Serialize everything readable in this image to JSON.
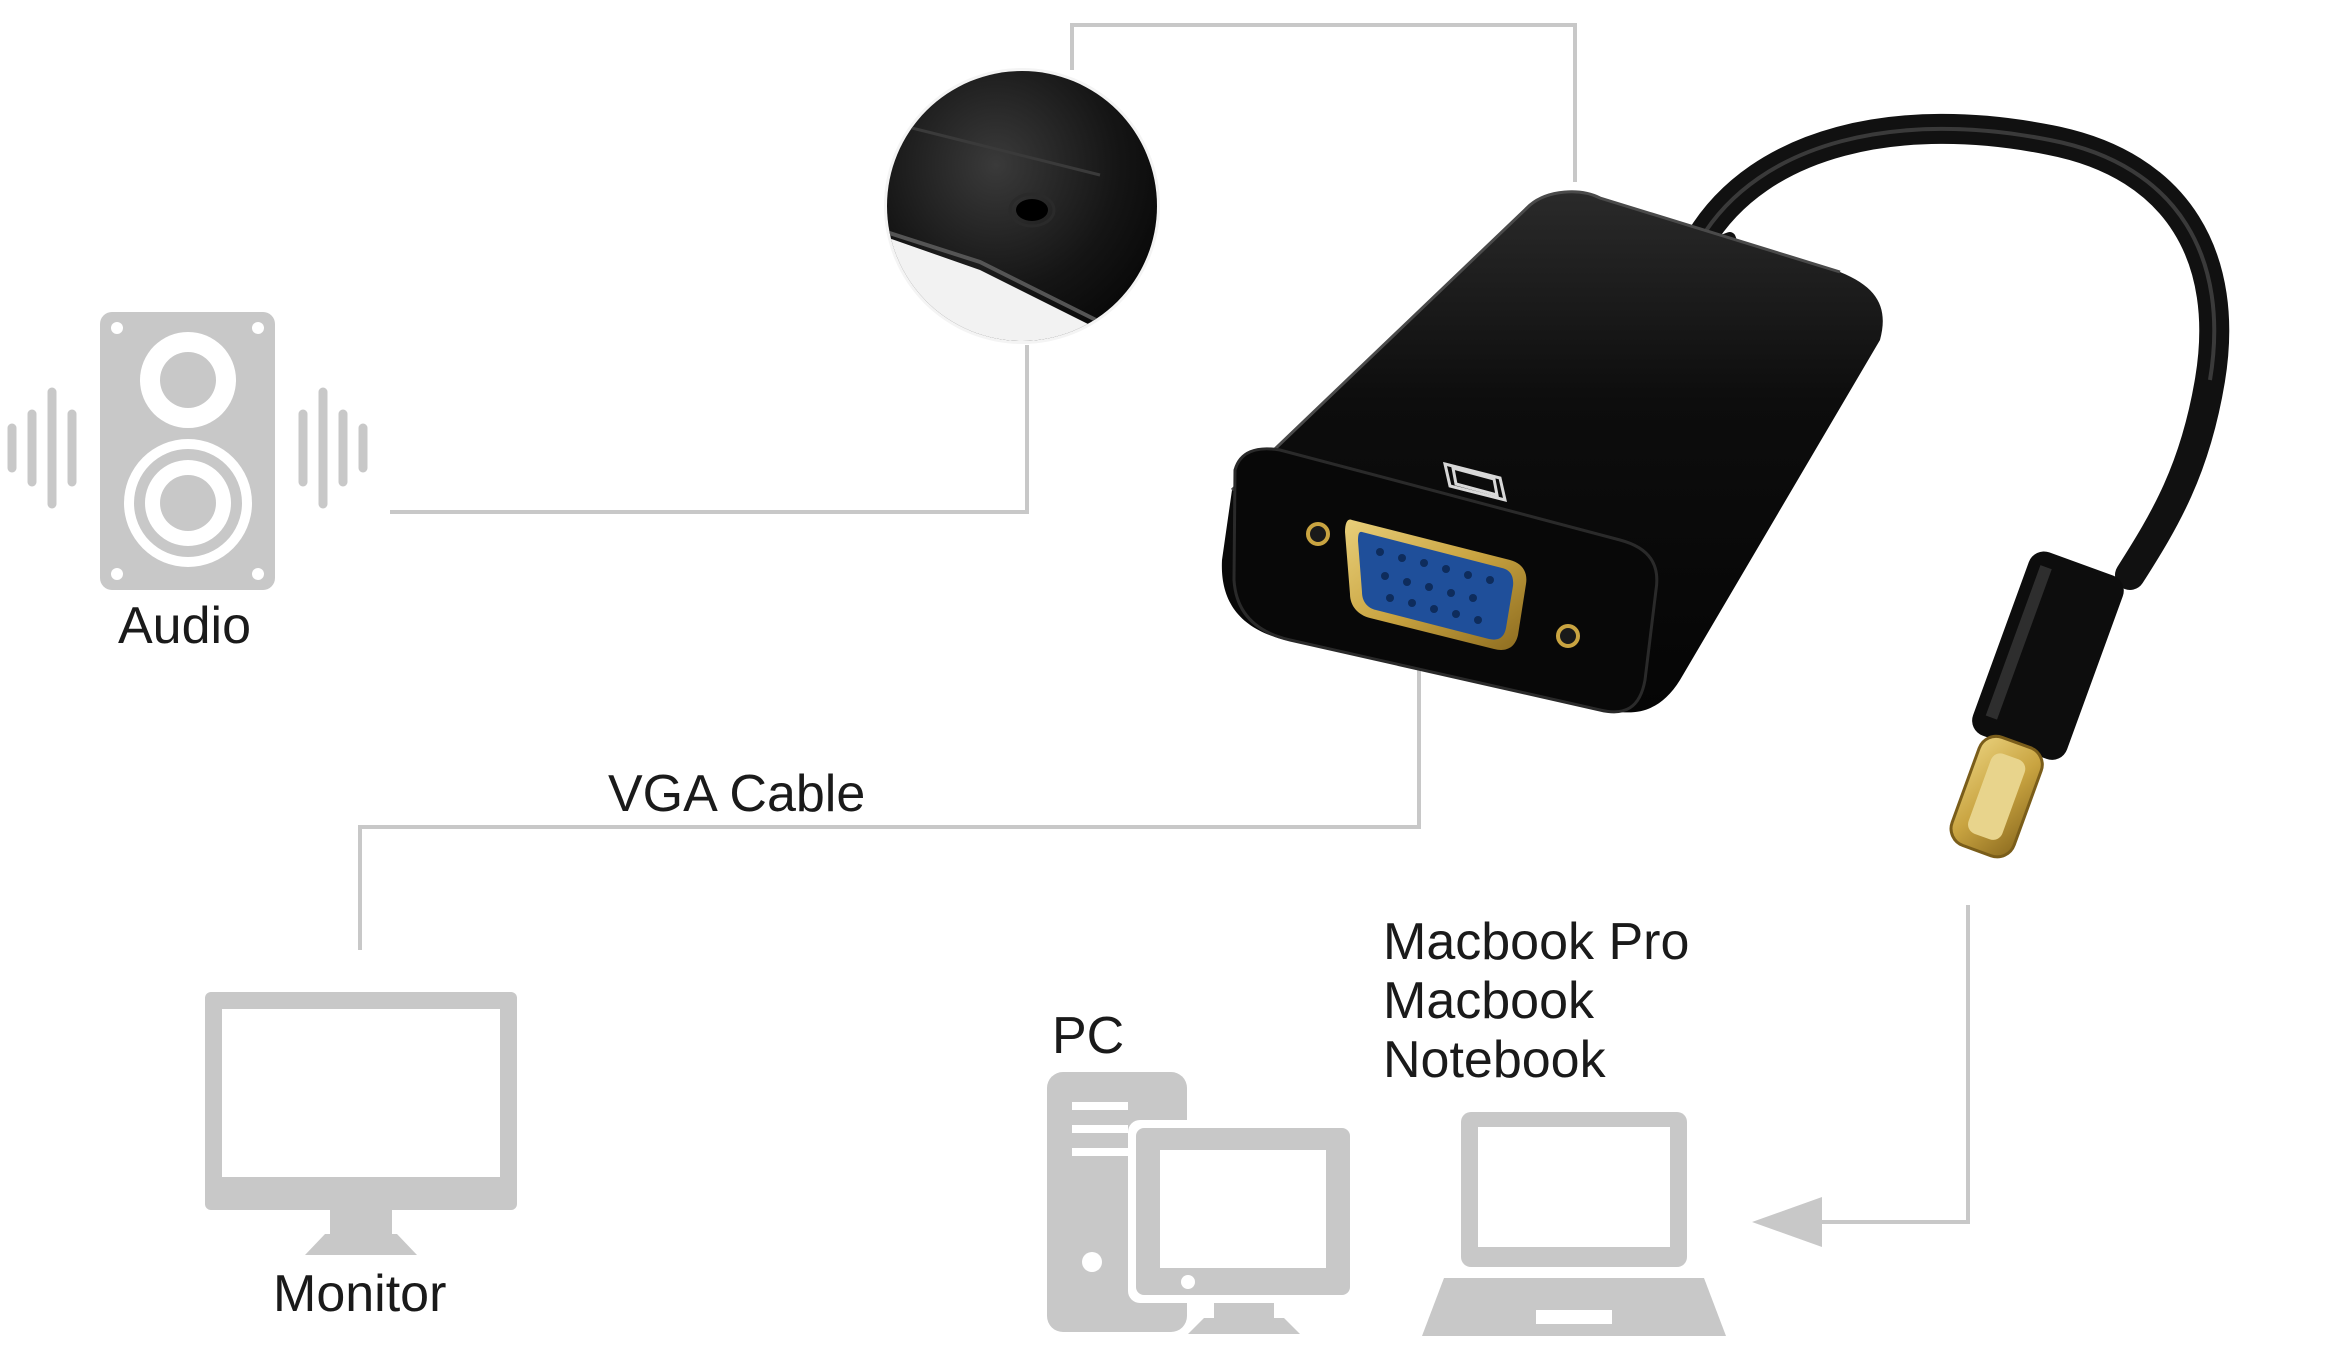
{
  "labels": {
    "audio": "Audio",
    "vga_cable": "VGA Cable",
    "monitor": "Monitor",
    "pc": "PC",
    "laptop_lines": [
      "Macbook Pro",
      "Macbook",
      "Notebook"
    ]
  },
  "icons": {
    "speaker": "speaker-icon",
    "monitor": "monitor-icon",
    "pc": "desktop-pc-icon",
    "laptop": "laptop-icon",
    "adapter": "usb-c-to-vga-adapter",
    "audio_port_zoom": "audio-jack-closeup"
  },
  "colors": {
    "icon_gray": "#c8c8c8",
    "line_gray": "#c8c8c8",
    "adapter_black": "#0d0d0d",
    "vga_blue": "#1f4f9a",
    "gold": "#c9a441",
    "text": "#1a1a1a"
  }
}
